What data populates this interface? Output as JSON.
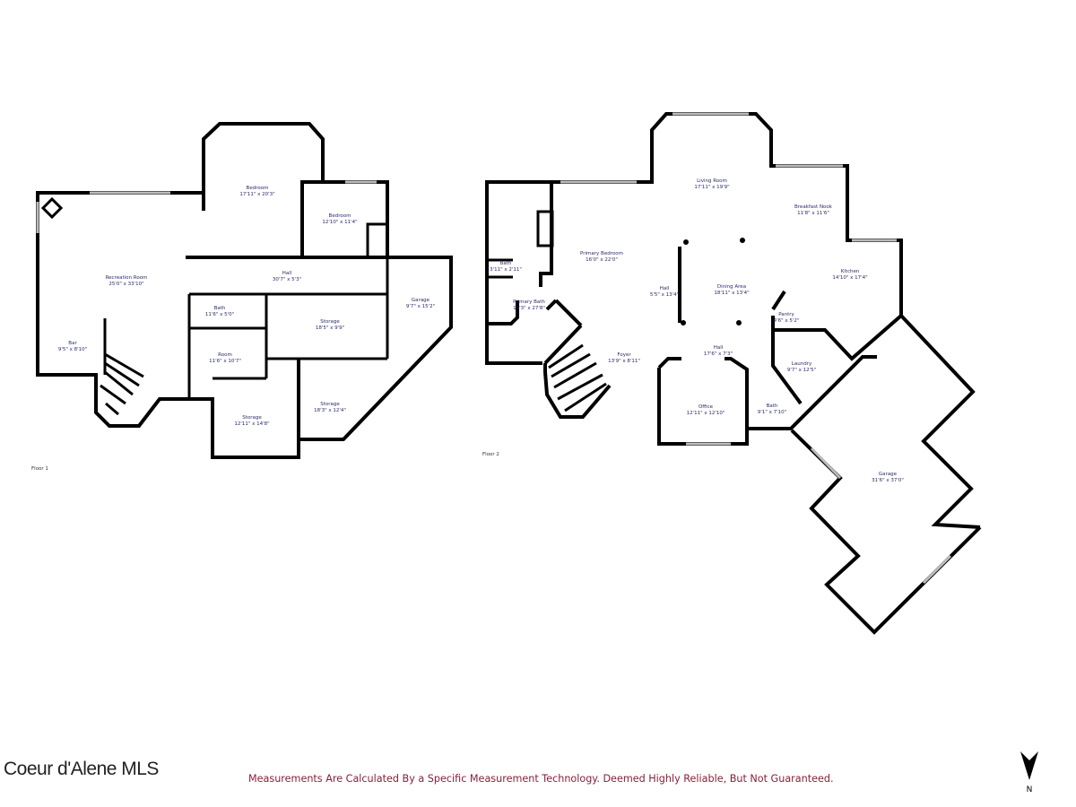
{
  "floor1": {
    "label": "Floor 1",
    "rooms": [
      {
        "name": "Recreation Room",
        "size": "25'0\" x 33'10\""
      },
      {
        "name": "Bedroom",
        "size": "17'11\" x 20'3\""
      },
      {
        "name": "Bedroom",
        "size": "12'10\" x 11'4\""
      },
      {
        "name": "Hall",
        "size": "30'7\" x 5'3\""
      },
      {
        "name": "Garage",
        "size": "9'7\" x 15'2\""
      },
      {
        "name": "Bath",
        "size": "11'6\" x 5'0\""
      },
      {
        "name": "Storage",
        "size": "18'5\" x 9'9\""
      },
      {
        "name": "Bar",
        "size": "9'5\" x 8'10\""
      },
      {
        "name": "Room",
        "size": "11'6\" x 10'7\""
      },
      {
        "name": "Storage",
        "size": "12'11\" x 14'8\""
      },
      {
        "name": "Storage",
        "size": "18'3\" x 12'4\""
      }
    ]
  },
  "floor2": {
    "label": "Floor 2",
    "rooms": [
      {
        "name": "Living Room",
        "size": "17'11\" x 19'9\""
      },
      {
        "name": "Breakfast Nook",
        "size": "11'8\" x 11'6\""
      },
      {
        "name": "Primary Bedroom",
        "size": "16'0\" x 22'0\""
      },
      {
        "name": "Bath",
        "size": "3'11\" x 2'11\""
      },
      {
        "name": "Kitchen",
        "size": "14'10\" x 17'4\""
      },
      {
        "name": "Hall",
        "size": "5'5\" x 13'4\""
      },
      {
        "name": "Dining Area",
        "size": "18'11\" x 13'4\""
      },
      {
        "name": "Primary Bath",
        "size": "13'3\" x 27'8\""
      },
      {
        "name": "Pantry",
        "size": "4'6\" x 5'2\""
      },
      {
        "name": "Hall",
        "size": "17'6\" x 7'3\""
      },
      {
        "name": "Foyer",
        "size": "13'9\" x 8'11\""
      },
      {
        "name": "Laundry",
        "size": "9'7\" x 12'5\""
      },
      {
        "name": "Office",
        "size": "12'11\" x 12'10\""
      },
      {
        "name": "Bath",
        "size": "9'1\" x 7'10\""
      },
      {
        "name": "Garage",
        "size": "31'6\" x 37'0\""
      }
    ]
  },
  "footer": {
    "brand": "Coeur d'Alene MLS",
    "disclaimer": "Measurements Are Calculated By a Specific Measurement Technology. Deemed Highly Reliable, But Not Guaranteed.",
    "north": "N"
  }
}
